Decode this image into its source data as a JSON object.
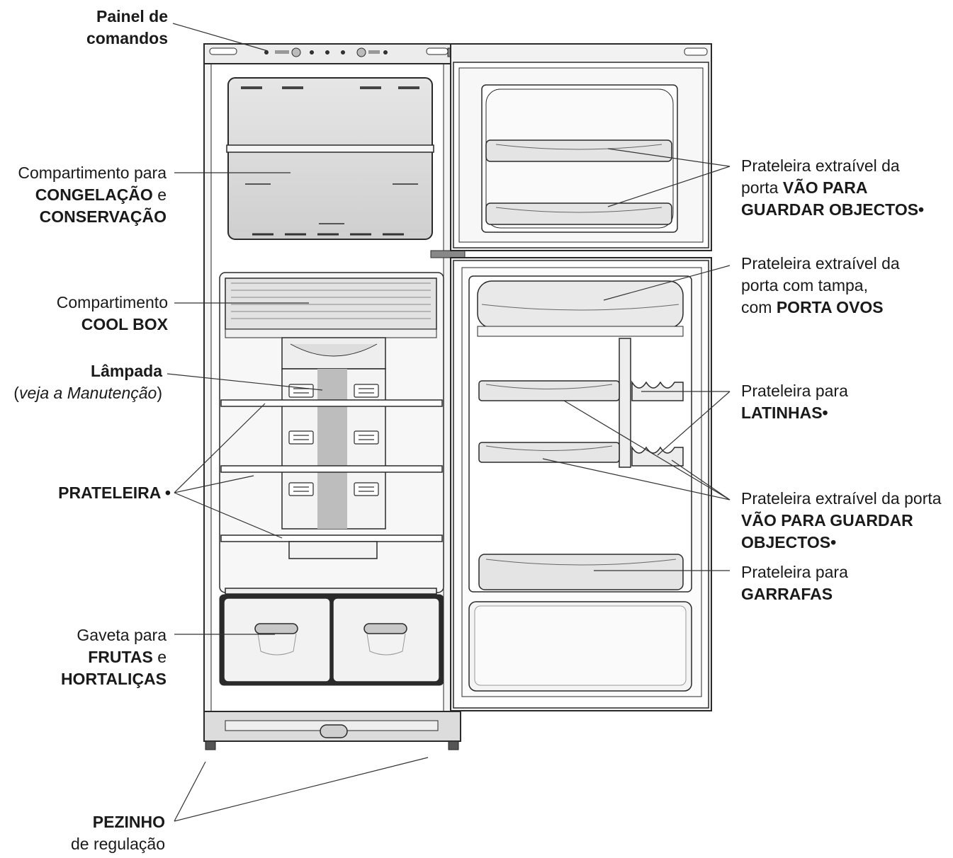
{
  "labels": {
    "painel": {
      "line1": "Painel de",
      "line2": "comandos"
    },
    "congelacao": {
      "line1": "Compartimento para",
      "line2_bold": "CONGELAÇÃO",
      "line2_tail": " e",
      "line3_bold": "CONSERVAÇÃO"
    },
    "coolbox": {
      "line1": "Compartimento",
      "line2_bold": "COOL BOX"
    },
    "lampada": {
      "line1_bold": "Lâmpada",
      "line2_open": "(",
      "line2_italic": "veja a Manutenção",
      "line2_close": ")"
    },
    "prateleira": {
      "text_bold": "PRATELEIRA",
      "bullet": " •"
    },
    "gaveta": {
      "line1": "Gaveta para",
      "line2_bold": "FRUTAS",
      "line2_tail": " e",
      "line3_bold": "HORTALIÇAS"
    },
    "pezinho": {
      "line1_bold": "PEZINHO",
      "line2": "de regulação"
    },
    "porta_objectos_top": {
      "line1": "Prateleira extraível da",
      "line2_head": "porta ",
      "line2_bold": "VÃO PARA",
      "line3_bold": "GUARDAR OBJECTOS•"
    },
    "porta_ovos": {
      "line1": "Prateleira extraível da",
      "line2": "porta com tampa,",
      "line3_head": "com ",
      "line3_bold": "PORTA OVOS"
    },
    "latinhas": {
      "line1": "Prateleira para",
      "line2_bold": "LATINHAS•"
    },
    "porta_objectos_mid": {
      "line1": "Prateleira extraível da porta",
      "line2_bold": "VÃO PARA GUARDAR",
      "line3_bold": "OBJECTOS•"
    },
    "garrafas": {
      "line1": "Prateleira para",
      "line2_bold": "GARRAFAS"
    }
  }
}
